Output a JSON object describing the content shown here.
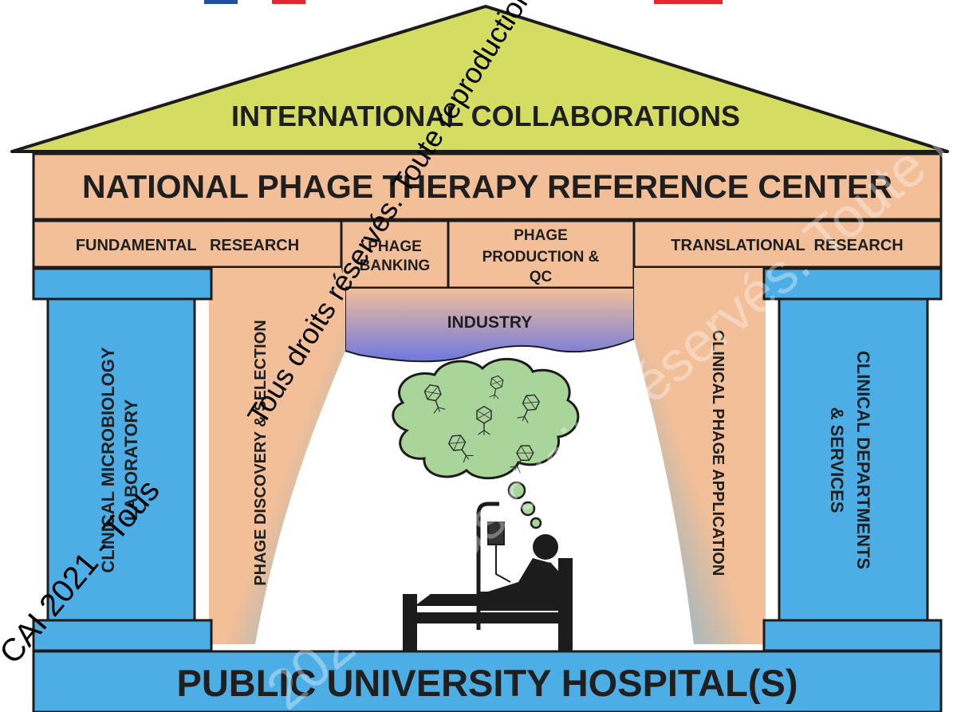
{
  "roof": {
    "label": "INTERNATIONAL COLLABORATIONS",
    "color": "#d4dc62"
  },
  "center": {
    "label": "NATIONAL PHAGE THERAPY REFERENCE CENTER",
    "color": "#f2bf98"
  },
  "lintel": {
    "fundamental": "FUNDAMENTAL   RESEARCH",
    "banking": [
      "PHAGE",
      "BANKING"
    ],
    "production": [
      "PHAGE",
      "PRODUCTION &",
      "QC"
    ],
    "translational": "TRANSLATIONAL  RESEARCH"
  },
  "industry": "INDUSTRY",
  "pillars": {
    "left_outer": [
      "CLINICAL MICROBIOLOGY",
      "LABORATORY"
    ],
    "left_inner": "PHAGE DISCOVERY & SELECTION",
    "right_inner": "CLINICAL PHAGE APPLICATION",
    "right_outer": [
      "CLINICAL DEPARTMENTS",
      "& SERVICES"
    ]
  },
  "base": {
    "label": "PUBLIC UNIVERSITY HOSPITAL(S)",
    "color": "#4daee6"
  },
  "colors": {
    "pillar_blue": "#4daee6",
    "orange": "#f2bf98",
    "green": "#d4dc62",
    "industry_blue": "#7b7fe0",
    "cloud": "#a9d59a",
    "flag_blue": "#1e4fa3",
    "flag_red": "#e3262f"
  },
  "icons": [
    "phage-icon",
    "patient-bed-icon",
    "iv-drip-icon",
    "thought-cloud-icon"
  ],
  "watermark": {
    "line1": "Tous droits réservés. Toute reproduction i",
    "line2": "CAI 2021 - Tous",
    "faint": "2021 - Tous droits réservés. Toute reproduction"
  }
}
